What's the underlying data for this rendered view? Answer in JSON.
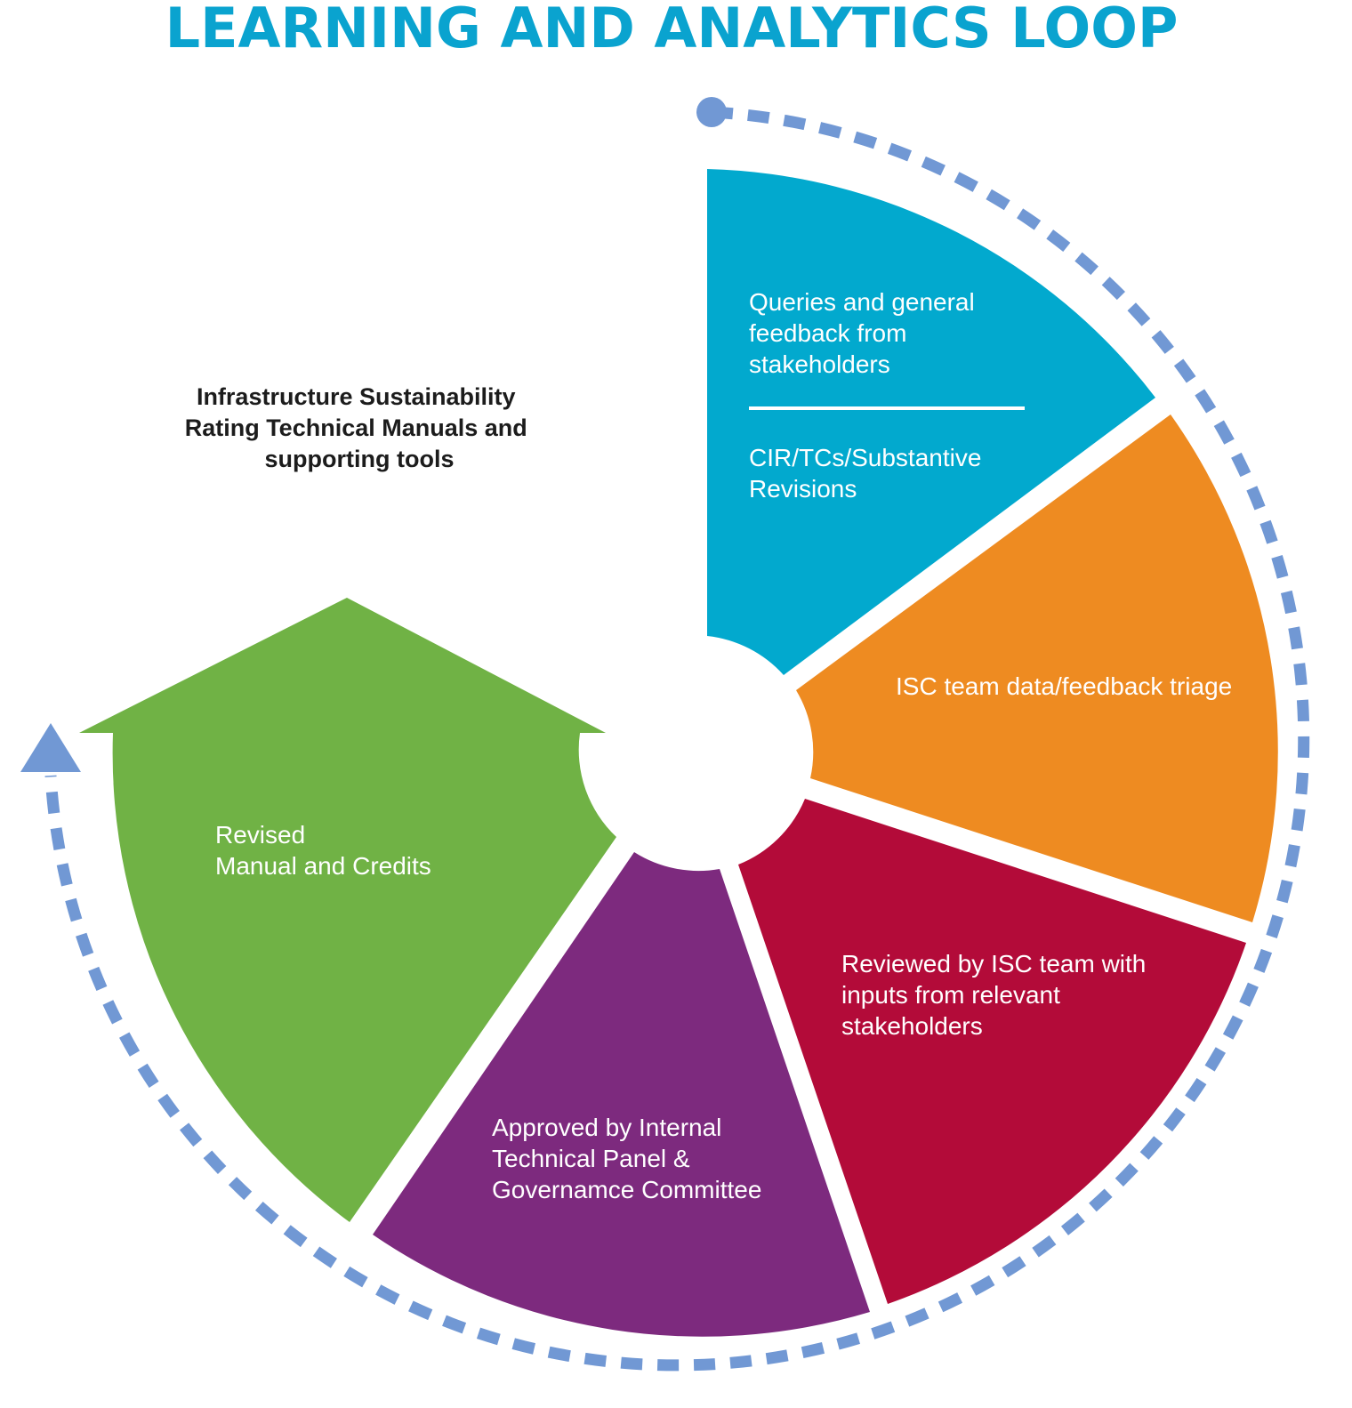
{
  "title": "LEARNING AND ANALYTICS LOOP",
  "center_label": [
    "Infrastructure Sustainability",
    "Rating Technical Manuals and",
    "supporting tools"
  ],
  "segments": [
    {
      "id": "queries",
      "lines_top": [
        "Queries and general",
        "feedback from",
        "stakeholders"
      ],
      "lines_bottom": [
        "CIR/TCs/Substantive",
        "Revisions"
      ]
    },
    {
      "id": "triage",
      "lines": [
        "ISC team data/feedback triage"
      ]
    },
    {
      "id": "review",
      "lines": [
        "Reviewed by ISC team with",
        "inputs from relevant",
        "stakeholders"
      ]
    },
    {
      "id": "approval",
      "lines": [
        "Approved by Internal",
        "Technical Panel &",
        "Governamce Committee"
      ]
    },
    {
      "id": "revised",
      "lines": [
        "Revised",
        "Manual and Credits"
      ]
    }
  ],
  "colors": {
    "title": "#0AA3CF",
    "center_text": "#1c1c1c",
    "queries": "#02A9CE",
    "triage": "#EE8B21",
    "review": "#B30B39",
    "approval": "#7D2A7E",
    "revised": "#70B245",
    "loop": "#7198D4",
    "divider": "#ffffff"
  }
}
